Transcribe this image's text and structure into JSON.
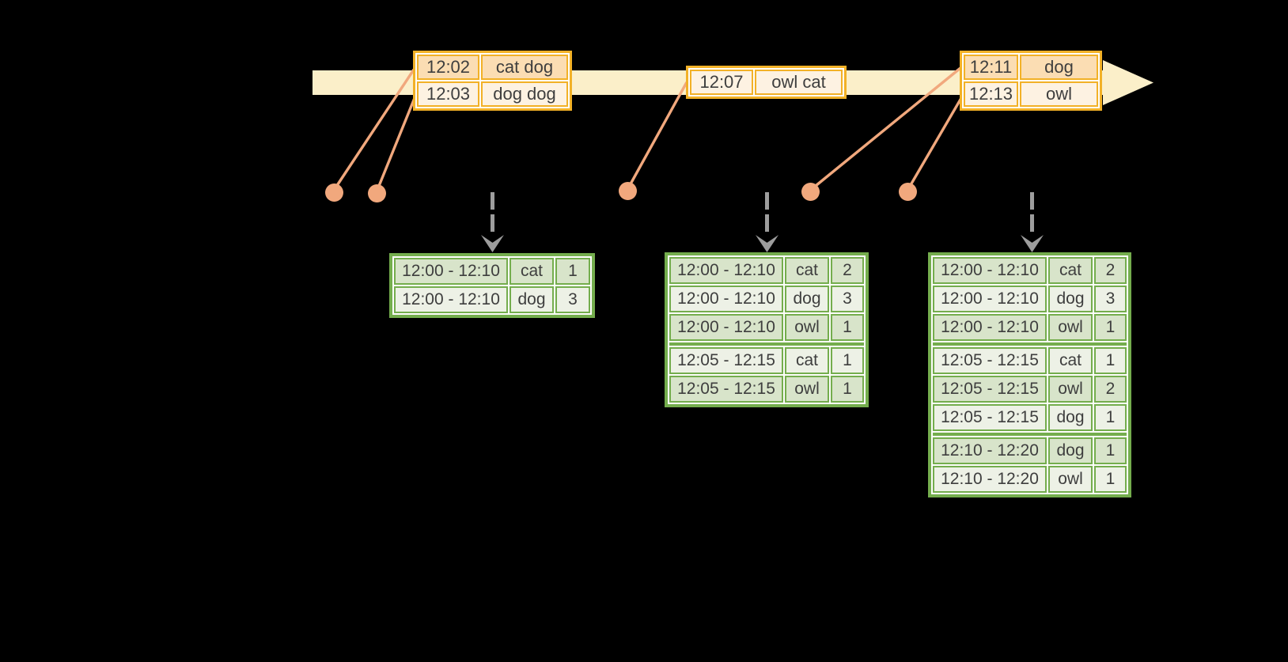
{
  "colors": {
    "background": "#000000",
    "timeline_band": "#fbefc9",
    "event_table_border": "#f2b127",
    "event_row_dark": "#fbddb3",
    "event_row_light": "#fdf2e2",
    "connector": "#f1a87d",
    "result_table_border": "#74ad4d",
    "result_row_dark": "#d8e4ca",
    "result_row_light": "#edf1e6",
    "trigger_arrow": "#9d9d9d",
    "table_text": "#3e3e3e"
  },
  "event_tables": [
    {
      "rows": [
        {
          "time": "12:02",
          "words": "cat dog",
          "shade": "dark"
        },
        {
          "time": "12:03",
          "words": "dog dog",
          "shade": "light"
        }
      ]
    },
    {
      "rows": [
        {
          "time": "12:07",
          "words": "owl cat",
          "shade": "light"
        }
      ]
    },
    {
      "rows": [
        {
          "time": "12:11",
          "words": "dog",
          "shade": "dark"
        },
        {
          "time": "12:13",
          "words": "owl",
          "shade": "light"
        }
      ]
    }
  ],
  "result_tables": [
    {
      "rows": [
        {
          "window": "12:00 - 12:10",
          "word": "cat",
          "count": "1",
          "shade": "dark"
        },
        {
          "window": "12:00 - 12:10",
          "word": "dog",
          "count": "3",
          "shade": "light"
        }
      ]
    },
    {
      "rows": [
        {
          "window": "12:00 - 12:10",
          "word": "cat",
          "count": "2",
          "shade": "dark"
        },
        {
          "window": "12:00 - 12:10",
          "word": "dog",
          "count": "3",
          "shade": "light"
        },
        {
          "window": "12:00 - 12:10",
          "word": "owl",
          "count": "1",
          "shade": "dark"
        },
        {
          "window": "12:05 - 12:15",
          "word": "cat",
          "count": "1",
          "shade": "light",
          "group_start": true
        },
        {
          "window": "12:05 - 12:15",
          "word": "owl",
          "count": "1",
          "shade": "dark"
        }
      ]
    },
    {
      "rows": [
        {
          "window": "12:00 - 12:10",
          "word": "cat",
          "count": "2",
          "shade": "dark"
        },
        {
          "window": "12:00 - 12:10",
          "word": "dog",
          "count": "3",
          "shade": "light"
        },
        {
          "window": "12:00 - 12:10",
          "word": "owl",
          "count": "1",
          "shade": "dark"
        },
        {
          "window": "12:05 - 12:15",
          "word": "cat",
          "count": "1",
          "shade": "light",
          "group_start": true
        },
        {
          "window": "12:05 - 12:15",
          "word": "owl",
          "count": "2",
          "shade": "dark"
        },
        {
          "window": "12:05 - 12:15",
          "word": "dog",
          "count": "1",
          "shade": "light"
        },
        {
          "window": "12:10 - 12:20",
          "word": "dog",
          "count": "1",
          "shade": "dark",
          "group_start": true
        },
        {
          "window": "12:10 - 12:20",
          "word": "owl",
          "count": "1",
          "shade": "light"
        }
      ]
    }
  ]
}
